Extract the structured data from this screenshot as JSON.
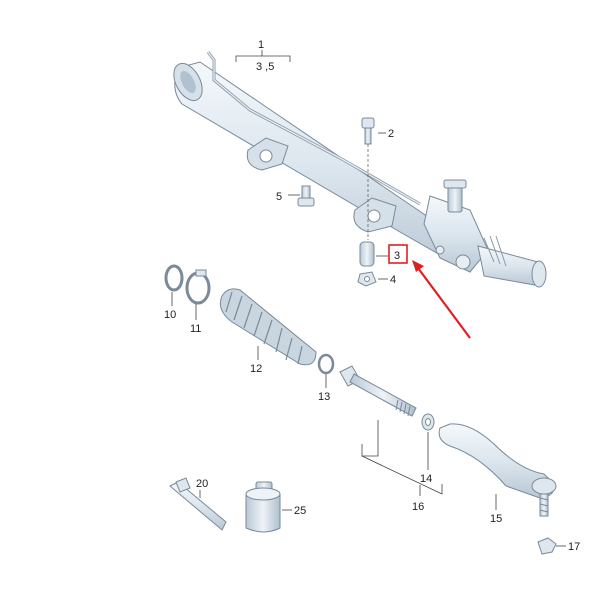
{
  "callouts": {
    "c1": "1",
    "c1_sub": "3 ,5",
    "c2": "2",
    "c3": "3",
    "c4": "4",
    "c5": "5",
    "c10": "10",
    "c11": "11",
    "c12": "12",
    "c13": "13",
    "c14": "14",
    "c15": "15",
    "c16": "16",
    "c17": "17",
    "c20": "20",
    "c25": "25"
  },
  "colors": {
    "part_fill": "#e3ecf3",
    "part_shade": "#c3d1dd",
    "part_stroke": "#7a8a99",
    "highlight_box": "#e02020",
    "arrow": "#e02020"
  }
}
